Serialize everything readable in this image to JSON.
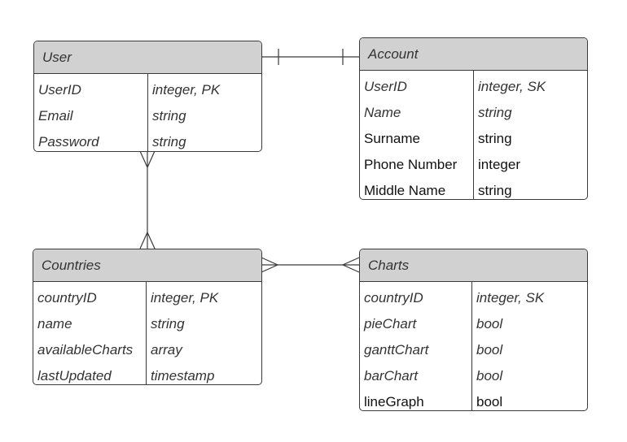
{
  "entities": {
    "user": {
      "title": "User",
      "rows": [
        {
          "name": "UserID",
          "type": "integer, PK"
        },
        {
          "name": "Email",
          "type": "string"
        },
        {
          "name": "Password",
          "type": "string"
        }
      ]
    },
    "account": {
      "title": "Account",
      "rows": [
        {
          "name": "UserID",
          "type": "integer, SK"
        },
        {
          "name": "Name",
          "type": "string"
        },
        {
          "name": "Surname",
          "type": "string"
        },
        {
          "name": "Phone Number",
          "type": "integer"
        },
        {
          "name": "Middle Name",
          "type": "string"
        }
      ]
    },
    "countries": {
      "title": "Countries",
      "rows": [
        {
          "name": "countryID",
          "type": "integer, PK"
        },
        {
          "name": "name",
          "type": "string"
        },
        {
          "name": "availableCharts",
          "type": "array"
        },
        {
          "name": "lastUpdated",
          "type": "timestamp"
        }
      ]
    },
    "charts": {
      "title": "Charts",
      "rows": [
        {
          "name": "countryID",
          "type": "integer, SK"
        },
        {
          "name": "pieChart",
          "type": "bool"
        },
        {
          "name": "ganttChart",
          "type": "bool"
        },
        {
          "name": "barChart",
          "type": "bool"
        },
        {
          "name": "lineGraph",
          "type": "bool"
        }
      ]
    }
  },
  "relationships": [
    {
      "from": "User",
      "to": "Account",
      "cardinality": "one-to-one"
    },
    {
      "from": "User",
      "to": "Countries",
      "cardinality": "many-to-many"
    },
    {
      "from": "Countries",
      "to": "Charts",
      "cardinality": "many-to-many"
    }
  ],
  "colors": {
    "header": "#d1d1d1",
    "border": "#3a3a3a",
    "text": "#333333"
  }
}
